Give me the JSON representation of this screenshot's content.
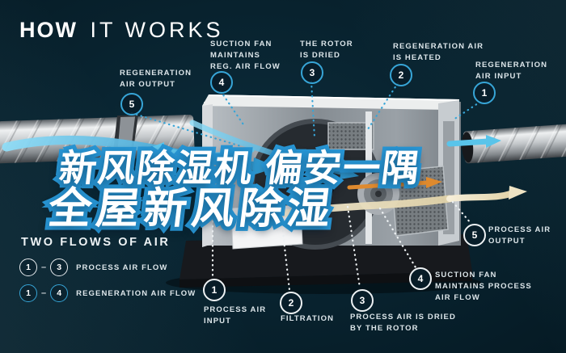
{
  "header": {
    "title_bold": "HOW",
    "title_light": "IT WORKS"
  },
  "overlay": {
    "line1": "新风除湿机 偏安一隅",
    "line2": "全屋新风除湿"
  },
  "colors": {
    "background": "#08222e",
    "accent_cyan": "#37a5d7",
    "badge_white": "#edf1f3",
    "overlay_stroke": "#2795d4",
    "flow_cream": "#eee3c4",
    "flow_orange": "#df8a2e"
  },
  "regeneration_callouts": [
    {
      "num": "5",
      "label": "REGENERATION\nAIR OUTPUT"
    },
    {
      "num": "4",
      "label": "SUCTION FAN\nMAINTAINS\nREG. AIR FLOW"
    },
    {
      "num": "3",
      "label": "THE ROTOR\nIS DRIED"
    },
    {
      "num": "2",
      "label": "REGENERATION AIR\nIS HEATED"
    },
    {
      "num": "1",
      "label": "REGENERATION\nAIR INPUT"
    }
  ],
  "process_callouts": [
    {
      "num": "1",
      "label": "PROCESS AIR\nINPUT"
    },
    {
      "num": "2",
      "label": "FILTRATION"
    },
    {
      "num": "3",
      "label": "PROCESS AIR IS DRIED\nBY THE ROTOR"
    },
    {
      "num": "4",
      "label": "SUCTION FAN\nMAINTAINS PROCESS\nAIR FLOW"
    },
    {
      "num": "5",
      "label": "PROCESS AIR\nOUTPUT"
    }
  ],
  "legend": {
    "title": "TWO FLOWS OF AIR",
    "rows": [
      {
        "from": "1",
        "to": "3",
        "label": "PROCESS AIR FLOW",
        "style": "white"
      },
      {
        "from": "1",
        "to": "4",
        "label": "REGENERATION AIR FLOW",
        "style": "cyan"
      }
    ]
  }
}
